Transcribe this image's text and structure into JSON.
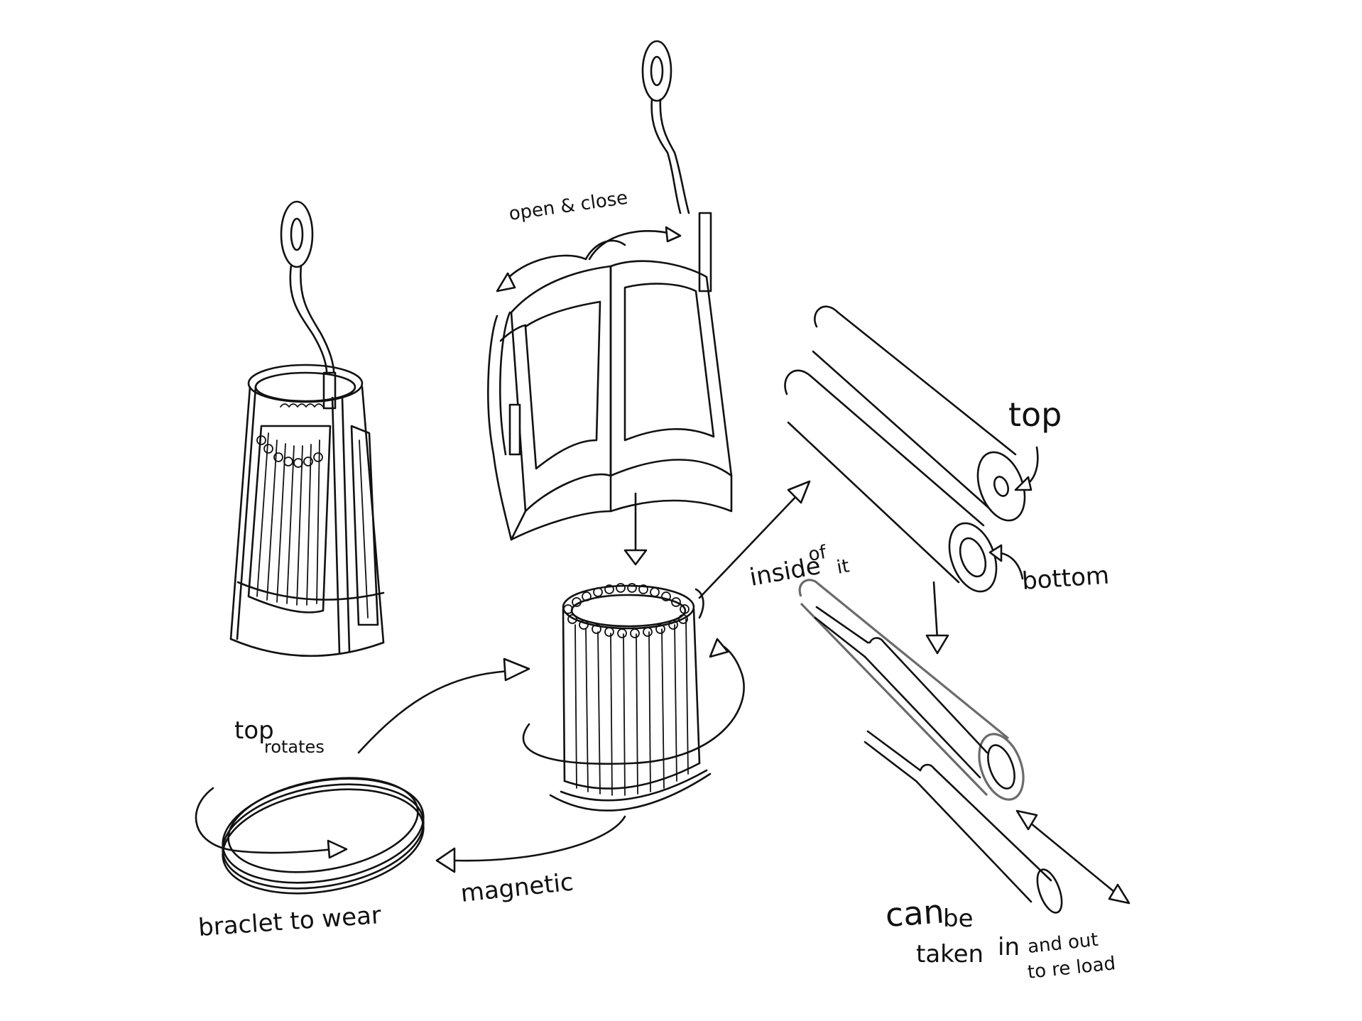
{
  "labels": {
    "open_close": "open & close",
    "top_1": "top",
    "top_2": "top",
    "rotates": "rotates",
    "bottom": "bottom",
    "inside": "inside",
    "of": "of",
    "it": "it",
    "magnetic": "magnetic",
    "bracelet": "braclet to wear",
    "can": "can",
    "be": "be",
    "taken": "taken",
    "in": "in",
    "and_out": "and out",
    "to_reload": "to re load"
  },
  "colors": {
    "ink": "#111111",
    "tube_outline": "#6b6b6b",
    "background": "#ffffff"
  }
}
